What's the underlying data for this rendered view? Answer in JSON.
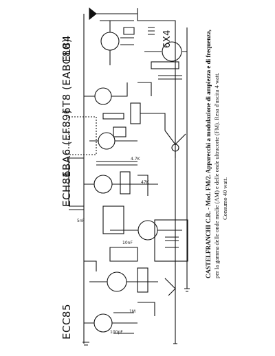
{
  "tubes": {
    "ecc85": "ECC85",
    "ech81": "ECH81",
    "6ba6": "6BA6 (EF89)",
    "6t8": "6T8 (EABC80)",
    "el84": "EL84",
    "6x4": "6X4"
  },
  "caption": {
    "line1": "CASTELFRANCHI C.R. - Mod. FM/2. Apparecchi a modulazione di ampiezza e di frequenza,",
    "line2": "per la gamma delle onde medie (AM) e delle onde ultracorte (FM). Resa d'uscita 4 watt.",
    "line3": "Consumo 40 watt."
  },
  "small_labels": {
    "a": "5nF",
    "b": "4.7K",
    "c": "47K",
    "d": "10nF",
    "e": "1M",
    "f": "100pF"
  }
}
